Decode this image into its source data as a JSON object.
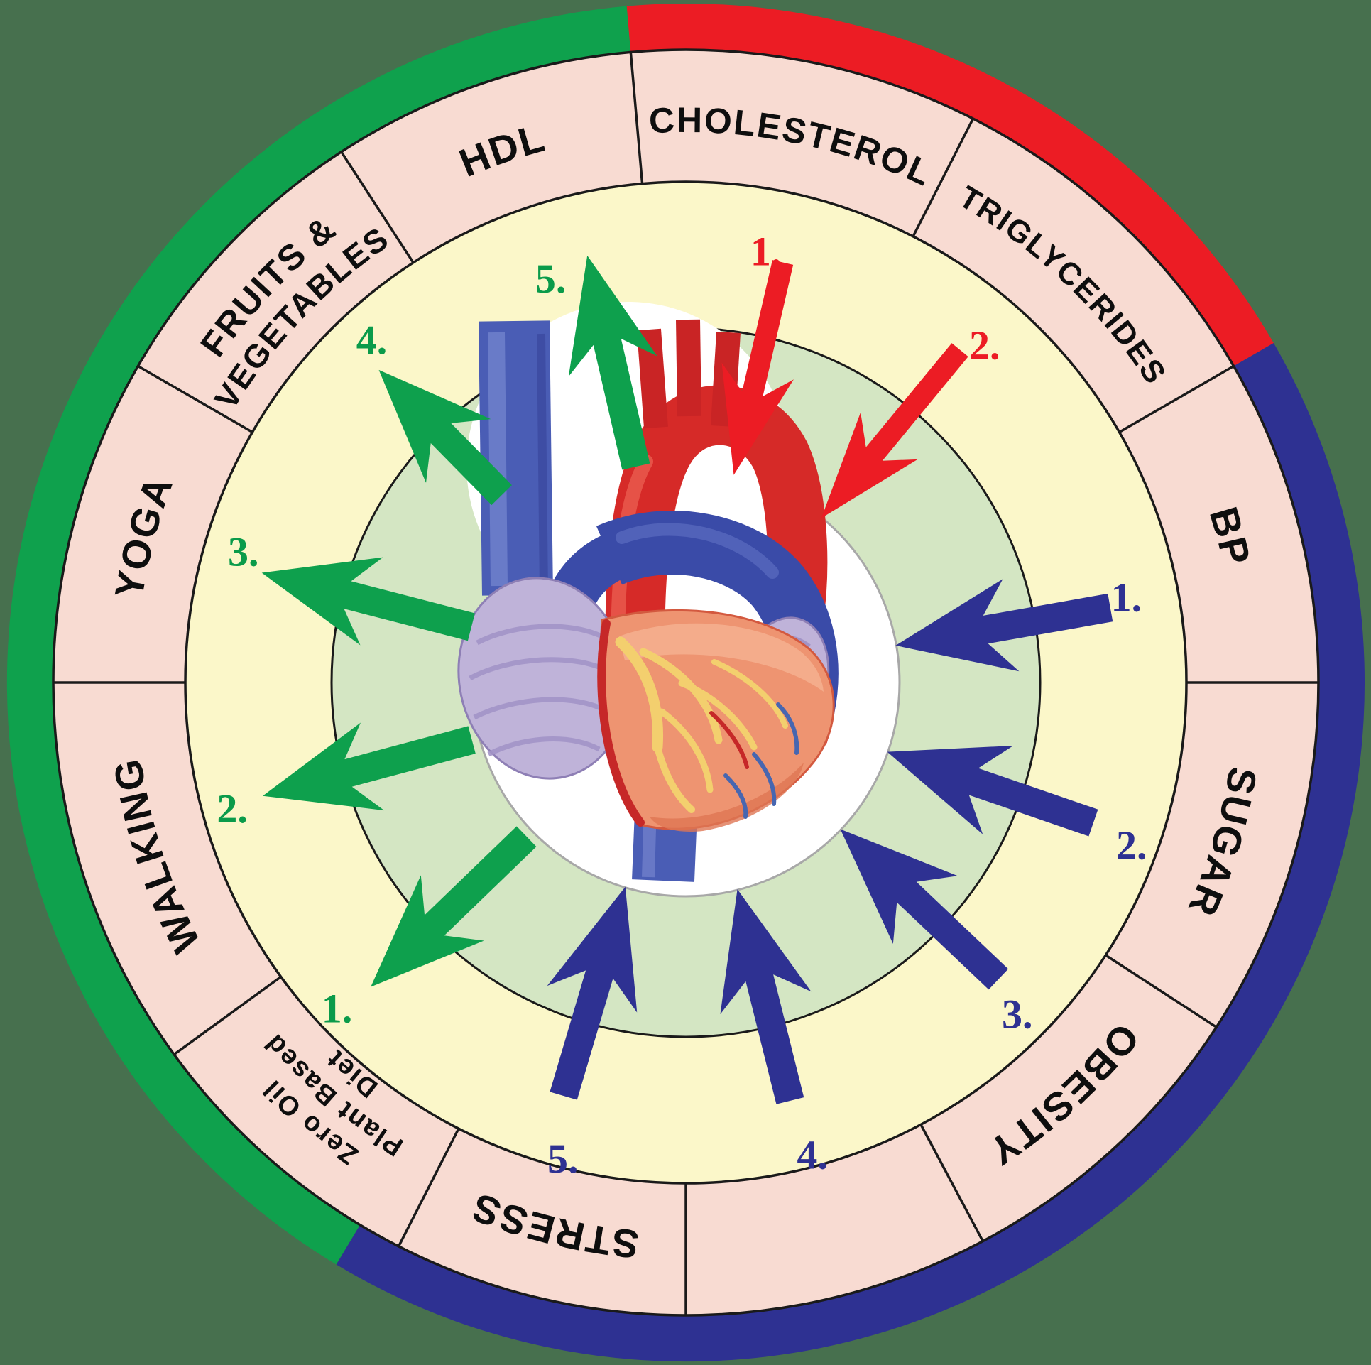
{
  "colors": {
    "background": "#47704E",
    "rim_green": "#0FA14D",
    "rim_red": "#EC1C24",
    "rim_blue": "#2E3192",
    "label_ring_bg": "#F8DBD2",
    "outer_band_bg": "#FBF7C9",
    "inner_band_bg": "#D4E6C3",
    "center_bg": "#FFFFFF",
    "arrow_red": "#EC1C24",
    "arrow_blue": "#2E3192",
    "arrow_green": "#0EA04D",
    "number_red": "#EC1C24",
    "number_blue": "#2E3192",
    "number_green": "#0A9B4A",
    "divider": "#1A1A1A",
    "label_text": "#0E0E0E",
    "center_edge": "#A8A8A8"
  },
  "wheel": {
    "center_image": "anatomical-heart",
    "segments": [
      {
        "label": "CHOLESTEROL",
        "lines": [
          "CHOLESTEROL"
        ],
        "start": -5,
        "end": 27,
        "rim": "red"
      },
      {
        "label": "TRIGLYCERIDES",
        "lines": [
          "TRIGLYCERIDES"
        ],
        "start": 27,
        "end": 60,
        "rim": "red"
      },
      {
        "label": "BP",
        "lines": [
          "BP"
        ],
        "start": 60,
        "end": 90,
        "rim": "blue"
      },
      {
        "label": "SUGAR",
        "lines": [
          "SUGAR"
        ],
        "start": 90,
        "end": 123,
        "rim": "blue"
      },
      {
        "label": "OBESITY",
        "lines": [
          "OBESITY"
        ],
        "start": 123,
        "end": 152,
        "rim": "blue"
      },
      {
        "label": "",
        "lines": [],
        "start": 152,
        "end": 180,
        "rim": "blue"
      },
      {
        "label": "STRESS",
        "lines": [
          "STRESS"
        ],
        "start": 180,
        "end": 207,
        "rim": "blue"
      },
      {
        "label": "Zero Oil Plant Based Diet",
        "lines": [
          "Zero Oil",
          "Plant Based",
          "Diet"
        ],
        "start": 207,
        "end": 234,
        "rim": "green"
      },
      {
        "label": "WALKING",
        "lines": [
          "WALKING"
        ],
        "start": 234,
        "end": 270,
        "rim": "green"
      },
      {
        "label": "YOGA",
        "lines": [
          "YOGA"
        ],
        "start": 270,
        "end": 300,
        "rim": "green"
      },
      {
        "label": "FRUITS & VEGETABLES",
        "lines": [
          "FRUITS &",
          "VEGETABLES"
        ],
        "start": 300,
        "end": 327,
        "rim": "green"
      },
      {
        "label": "HDL",
        "lines": [
          "HDL"
        ],
        "start": 327,
        "end": 355,
        "rim": "green"
      }
    ],
    "rim_bands": [
      {
        "color_name": "green",
        "start": 211,
        "end": 355
      },
      {
        "color_name": "red",
        "start": 355,
        "end": 420
      },
      {
        "color_name": "blue",
        "start": 60,
        "end": 211
      }
    ],
    "arrows": {
      "red": {
        "direction": "inward",
        "items": [
          {
            "number": "1.",
            "angle": 13,
            "number_angle": 10.5,
            "number_radius": 618
          },
          {
            "number": "2.",
            "angle": 39.5,
            "number_angle": 41.5,
            "number_radius": 635
          }
        ]
      },
      "blue": {
        "direction": "inward",
        "items": [
          {
            "number": "1.",
            "angle": 80,
            "number_angle": 79,
            "number_radius": 632
          },
          {
            "number": "2.",
            "angle": 109,
            "number_angle": 110,
            "number_radius": 668
          },
          {
            "number": "3.",
            "angle": 133.5,
            "number_angle": 135,
            "number_radius": 660
          },
          {
            "number": "4.",
            "angle": 166,
            "number_angle": 165,
            "number_radius": 688
          },
          {
            "number": "5.",
            "angle": 196.5,
            "number_angle": 194.5,
            "number_radius": 692
          }
        ]
      },
      "green": {
        "direction": "outward",
        "items": [
          {
            "number": "1.",
            "angle": 226,
            "number_angle": 227,
            "number_radius": 672
          },
          {
            "number": "2.",
            "angle": 255,
            "number_angle": 254.5,
            "number_radius": 663
          },
          {
            "number": "3.",
            "angle": 284.5,
            "number_angle": 286.5,
            "number_radius": 650
          },
          {
            "number": "4.",
            "angle": 315.5,
            "number_angle": 317.5,
            "number_radius": 655
          },
          {
            "number": "5.",
            "angle": 347,
            "number_angle": 341.5,
            "number_radius": 600
          }
        ]
      }
    }
  }
}
